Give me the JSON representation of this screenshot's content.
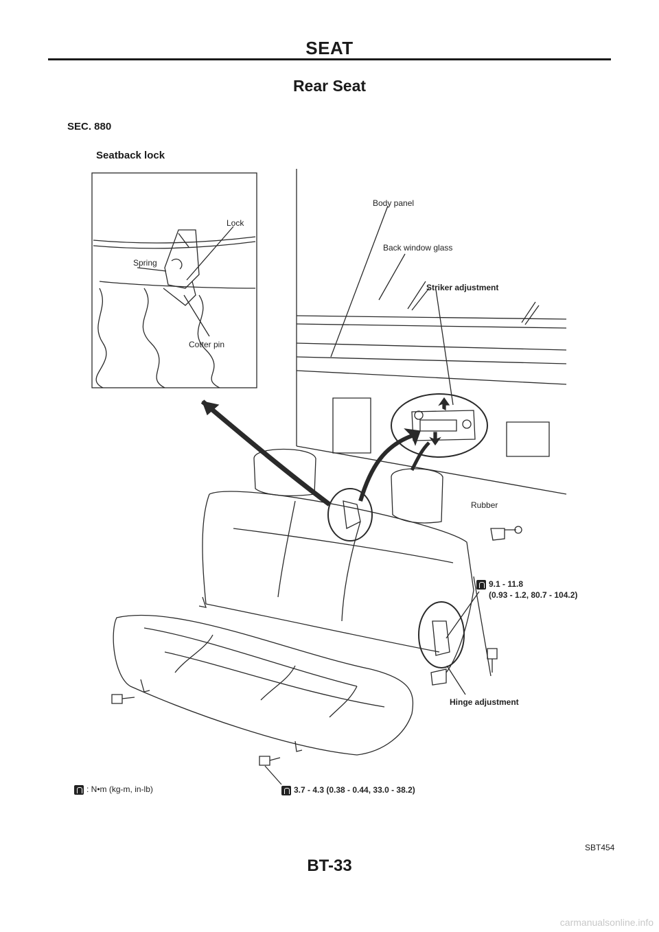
{
  "header": {
    "title": "SEAT"
  },
  "section": {
    "title": "Rear Seat"
  },
  "diagram": {
    "sec": "SEC. 880",
    "inset_title": "Seatback lock",
    "labels": {
      "lock": "Lock",
      "spring": "Spring",
      "cotter_pin": "Cotter pin",
      "body_panel": "Body panel",
      "back_window_glass": "Back window glass",
      "striker_adjustment": "Striker adjustment",
      "rubber": "Rubber",
      "hinge_adjustment": "Hinge adjustment"
    },
    "torque_hinge_line1": "9.1 - 11.8",
    "torque_hinge_line2": "(0.93 - 1.2, 80.7 - 104.2)",
    "torque_cushion": "3.7 - 4.3 (0.38 - 0.44, 33.0 - 38.2)",
    "unit_legend": ": N•m (kg-m, in-lb)",
    "icons": {
      "torque": "torque-wrench-icon"
    },
    "figure_code": "SBT454"
  },
  "footer": {
    "page_number": "BT-33"
  },
  "watermark": "carmanualsonline.info"
}
